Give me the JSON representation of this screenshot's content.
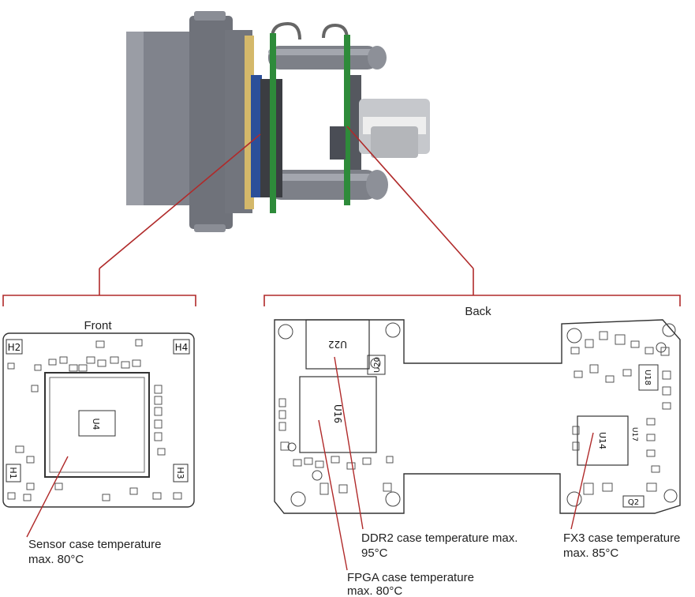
{
  "diagram": {
    "front_heading": "Front",
    "back_heading": "Back",
    "front_board": {
      "labels": {
        "h2": "H2",
        "h4": "H4",
        "h3": "H3",
        "h1": "H1",
        "u4": "U4"
      }
    },
    "back_board": {
      "labels": {
        "u22": "U22",
        "u20": "U20",
        "u16": "U16",
        "u18": "U18",
        "u14": "U14",
        "u17": "U17",
        "q2": "Q2"
      }
    },
    "annotations": {
      "sensor": {
        "line1": "Sensor case temperature",
        "line2": "max. 80°C"
      },
      "ddr2": {
        "line1": "DDR2 case temperature max.",
        "line2": "95°C"
      },
      "fpga": {
        "line1": "FPGA case temperature",
        "line2": "max. 80°C"
      },
      "fx3": {
        "line1": "FX3 case temperature",
        "line2": "max. 85°C"
      }
    },
    "colors": {
      "callout_line": "#b02a2a",
      "pcb_green": "#2e8b3a",
      "housing_gray": "#7d8088",
      "housing_dark": "#5a5d65",
      "board_outline": "#333333"
    }
  }
}
